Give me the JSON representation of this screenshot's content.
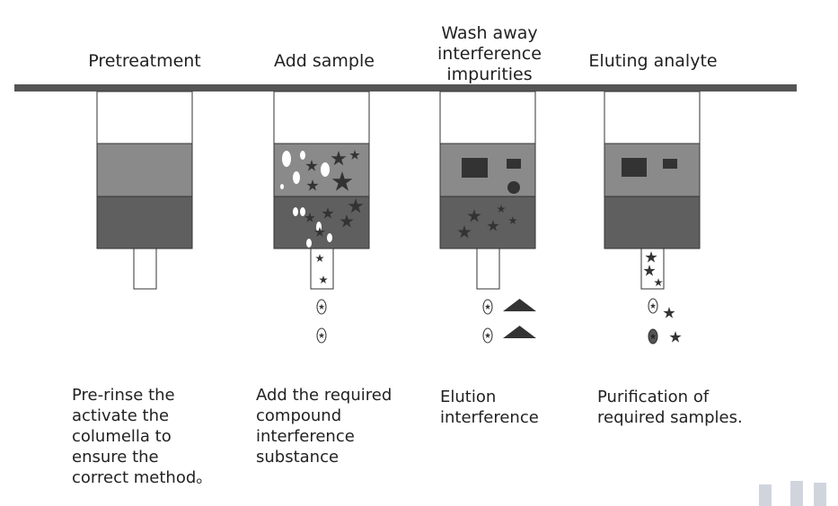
{
  "stages": [
    {
      "title": "Pretreatment",
      "description": [
        "Pre-rinse the",
        "activate the",
        "columella to",
        "ensure the",
        "correct method。"
      ]
    },
    {
      "title": "Add sample",
      "description": [
        "Add the required",
        "compound",
        "interference",
        "substance"
      ]
    },
    {
      "title_lines": [
        "Wash away",
        "interference",
        "impurities"
      ],
      "description": [
        "Elution",
        "interference"
      ]
    },
    {
      "title": "Eluting analyte",
      "description": [
        "Purification of",
        "required samples."
      ]
    }
  ],
  "colors": {
    "bar": "#555555",
    "upper_layer": "#8a8a8a",
    "lower_layer": "#5f5f5f",
    "mark": "#333333",
    "column_outline": "#333333"
  },
  "icons": [
    "star-icon",
    "oval-particle-icon",
    "square-particle-icon",
    "circle-particle-icon",
    "triangle-icon"
  ]
}
